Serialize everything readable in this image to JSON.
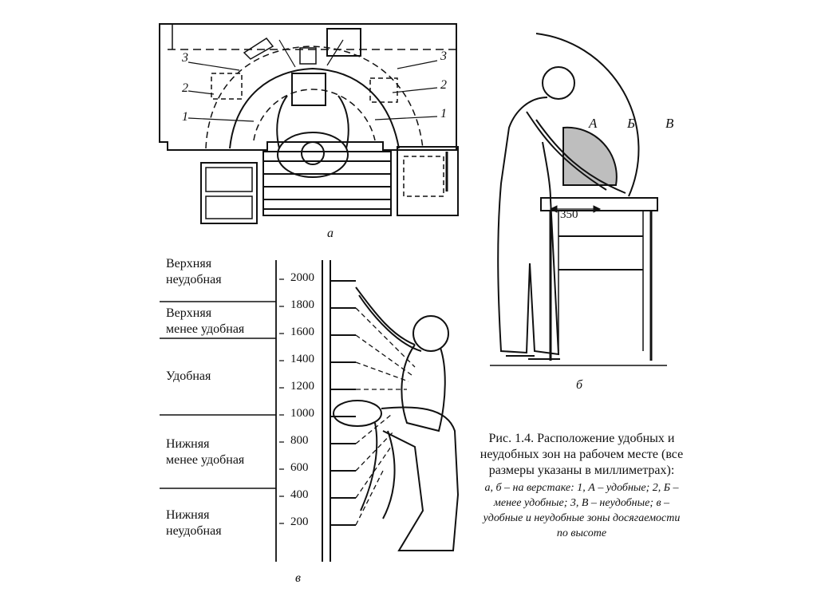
{
  "panel_a": {
    "label": "а",
    "zone_numbers_left": [
      "3",
      "2",
      "1"
    ],
    "zone_numbers_right": [
      "3",
      "2",
      "1"
    ]
  },
  "panel_b": {
    "label": "б",
    "zones": [
      "А",
      "Б",
      "В"
    ],
    "dimension": "350"
  },
  "panel_v": {
    "label": "в",
    "zones": [
      {
        "line1": "Верхняя",
        "line2": "неудобная"
      },
      {
        "line1": "Верхняя",
        "line2": "менее удобная"
      },
      {
        "line1": "Удобная",
        "line2": ""
      },
      {
        "line1": "Нижняя",
        "line2": "менее удобная"
      },
      {
        "line1": "Нижняя",
        "line2": "неудобная"
      }
    ],
    "ticks": [
      "2000",
      "1800",
      "1600",
      "1400",
      "1200",
      "1000",
      "800",
      "600",
      "400",
      "200"
    ]
  },
  "caption": {
    "title": "Рис. 1.4. Расположение удобных и неудобных зон на рабочем месте (все размеры указаны в миллиметрах):",
    "body": "а, б – на верстаке: 1, А – удобные; 2, Б – менее удобные; 3, В – неудобные; в – удобные и неудобные зоны досягаемости по высоте"
  }
}
